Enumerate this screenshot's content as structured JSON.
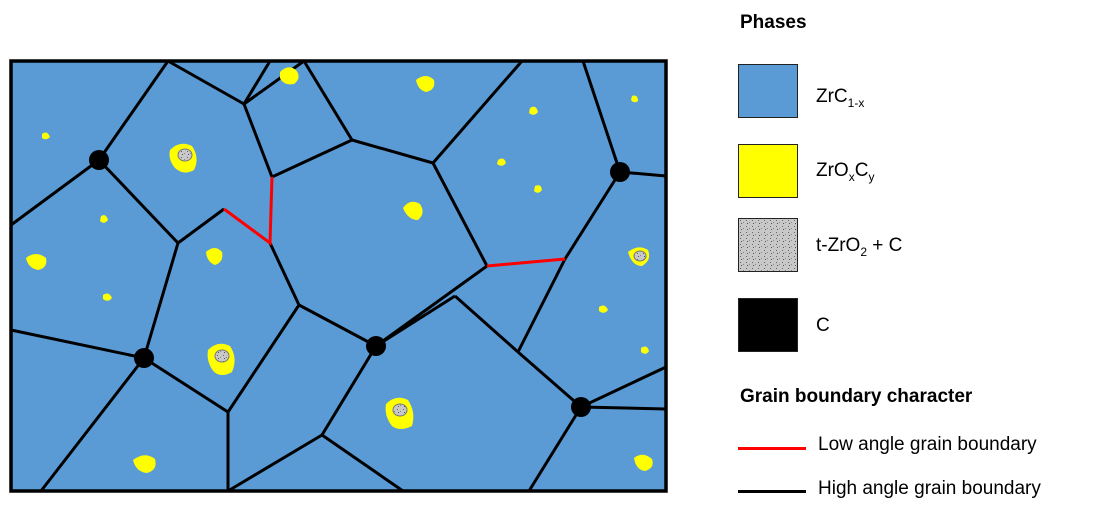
{
  "legend": {
    "phases_title": "Phases",
    "phases": [
      {
        "base": "ZrC",
        "sub1": "1-x",
        "mid": "",
        "sub2": "",
        "tail": "",
        "color": "#5b9bd5",
        "icon": "blue-square"
      },
      {
        "base": "ZrO",
        "sub1": "x",
        "mid": "C",
        "sub2": "y",
        "tail": "",
        "color": "#ffff00",
        "icon": "yellow-square"
      },
      {
        "base": "t-ZrO",
        "sub1": "2",
        "mid": "",
        "sub2": "",
        "tail": " + C",
        "color": "#b0b0b0",
        "icon": "speckled-grey-square"
      },
      {
        "base": "C",
        "sub1": "",
        "mid": "",
        "sub2": "",
        "tail": "",
        "color": "#000000",
        "icon": "black-square"
      }
    ],
    "boundary_title": "Grain boundary character",
    "boundaries": [
      {
        "label": "Low angle grain boundary",
        "color": "#ff0000"
      },
      {
        "label": "High angle grain boundary",
        "color": "#000000"
      }
    ]
  },
  "colors": {
    "matrix": "#5b9bd5",
    "oxycarbide": "#ffff00",
    "zirconia": "#b8b8b8",
    "carbon": "#000000",
    "low_angle": "#ff0000",
    "high_angle": "#000000"
  }
}
